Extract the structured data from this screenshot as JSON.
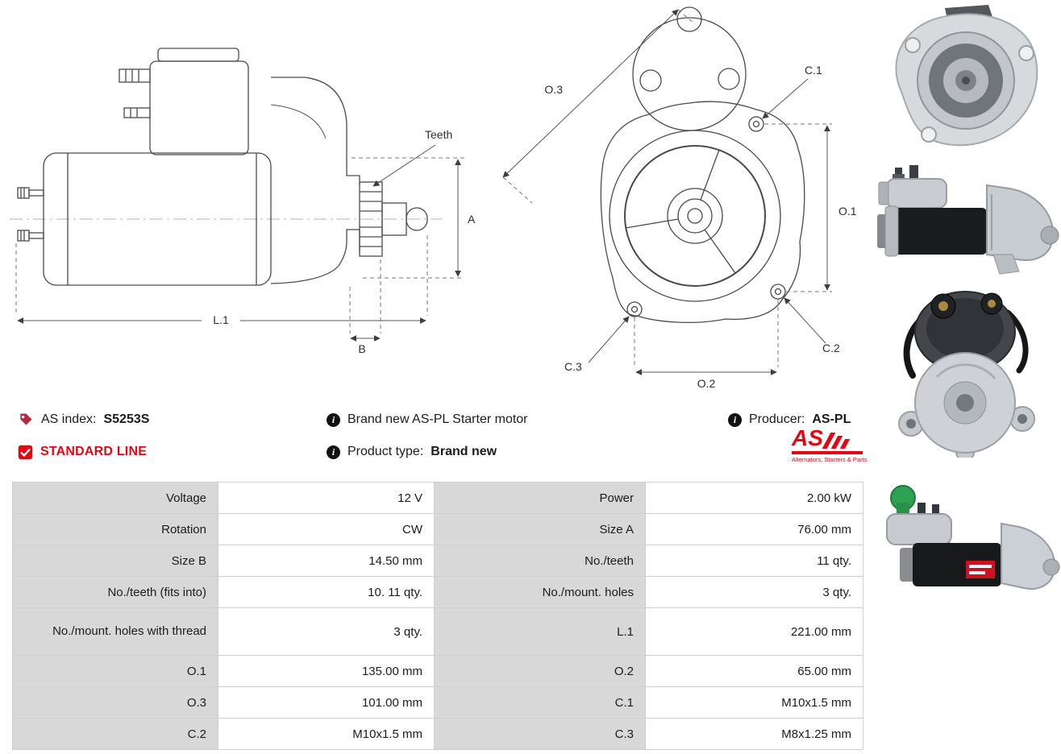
{
  "colors": {
    "brand_red": "#e30613",
    "table_grey": "#d8d8d8",
    "line": "#4a4a4a"
  },
  "icons": {
    "tag": "tag-icon",
    "check": "checkbox-icon",
    "info": "info-icon"
  },
  "diagrams": {
    "side": {
      "teeth": "Teeth",
      "a": "A",
      "b": "B",
      "l1": "L.1"
    },
    "front": {
      "o1": "O.1",
      "o2": "O.2",
      "o3": "O.3",
      "c1": "C.1",
      "c2": "C.2",
      "c3": "C.3"
    }
  },
  "info": {
    "as_index_label": "AS index:",
    "as_index_value": "S5253S",
    "standard_line": "STANDARD LINE",
    "brand_new_text": "Brand new AS-PL Starter motor",
    "product_type_label": "Product type:",
    "product_type_value": "Brand new",
    "producer_label": "Producer:",
    "producer_value": "AS-PL",
    "logo_text": "AS",
    "logo_subtext": "Alternators, Starters & Parts"
  },
  "table": {
    "rows": [
      {
        "l1": "Voltage",
        "v1": "12 V",
        "l2": "Power",
        "v2": "2.00 kW"
      },
      {
        "l1": "Rotation",
        "v1": "CW",
        "l2": "Size A",
        "v2": "76.00 mm"
      },
      {
        "l1": "Size B",
        "v1": "14.50 mm",
        "l2": "No./teeth",
        "v2": "11 qty."
      },
      {
        "l1": "No./teeth (fits into)",
        "v1": "10. 11 qty.",
        "l2": "No./mount. holes",
        "v2": "3 qty."
      },
      {
        "l1": "No./mount. holes with thread",
        "v1": "3 qty.",
        "l2": "L.1",
        "v2": "221.00 mm"
      },
      {
        "l1": "O.1",
        "v1": "135.00 mm",
        "l2": "O.2",
        "v2": "65.00 mm"
      },
      {
        "l1": "O.3",
        "v1": "101.00 mm",
        "l2": "C.1",
        "v2": "M10x1.5 mm"
      },
      {
        "l1": "C.2",
        "v1": "M10x1.5 mm",
        "l2": "C.3",
        "v2": "M8x1.25 mm"
      }
    ]
  }
}
